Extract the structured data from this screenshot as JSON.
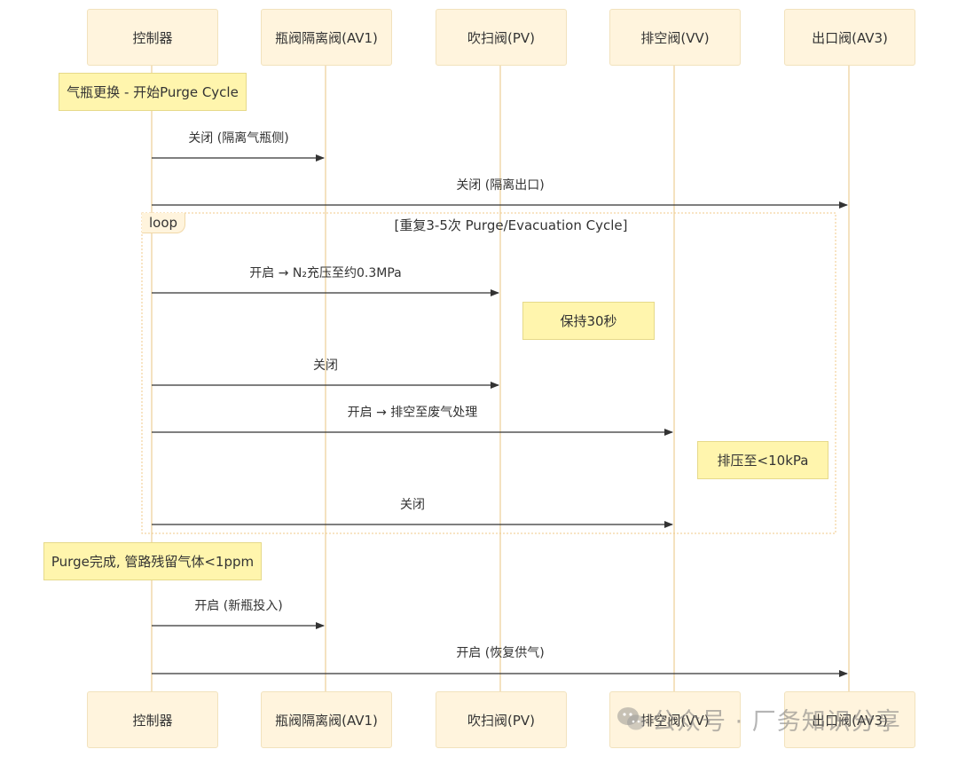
{
  "participants": [
    "控制器",
    "瓶阀隔离阀(AV1)",
    "吹扫阀(PV)",
    "排空阀(VV)",
    "出口阀(AV3)"
  ],
  "notes": {
    "start": "气瓶更换 - 开始Purge Cycle",
    "hold": "保持30秒",
    "vent": "排压至<10kPa",
    "done": "Purge完成, 管路残留气体<1ppm"
  },
  "loop": {
    "label": "loop",
    "condition": "[重复3-5次 Purge/Evacuation Cycle]"
  },
  "messages": [
    {
      "from": 0,
      "to": 1,
      "label": "关闭 (隔离气瓶侧)"
    },
    {
      "from": 0,
      "to": 4,
      "label": "关闭 (隔离出口)"
    },
    {
      "from": 0,
      "to": 2,
      "label": "开启 → N₂充压至约0.3MPa"
    },
    {
      "from": 0,
      "to": 2,
      "label": "关闭"
    },
    {
      "from": 0,
      "to": 3,
      "label": "开启 → 排空至废气处理"
    },
    {
      "from": 0,
      "to": 3,
      "label": "关闭"
    },
    {
      "from": 0,
      "to": 1,
      "label": "开启 (新瓶投入)"
    },
    {
      "from": 0,
      "to": 4,
      "label": "开启 (恢复供气)"
    }
  ],
  "watermark": "公众号 · 厂务知识分享",
  "colors": {
    "participant_fill": "#fff4dd",
    "participant_border": "#f2e2bd",
    "lifeline": "#f0d9ac",
    "note_fill": "#fff5ad",
    "arrow": "#333333",
    "loop_border": "#f0c98a"
  }
}
